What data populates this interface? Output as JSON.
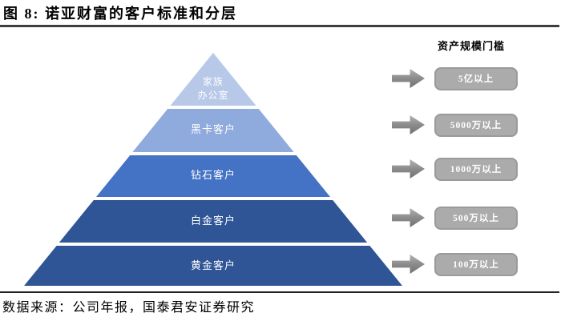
{
  "figure": {
    "title": "图 8: 诺亚财富的客户标准和分层",
    "source": "数据来源：公司年报，国泰君安证券研究"
  },
  "threshold_panel": {
    "header": "资产规模门槛",
    "box_fill_color": "#ababab",
    "arrow_color": "#8d8d8d"
  },
  "pyramid": {
    "layers": [
      {
        "label": "家族办公室",
        "label_lines": [
          "家族",
          "办公室"
        ],
        "color": "#b7c8e8",
        "threshold": "5亿以上"
      },
      {
        "label": "黑卡客户",
        "color": "#8faadc",
        "threshold": "5000万以上"
      },
      {
        "label": "钻石客户",
        "color": "#4472c4",
        "threshold": "1000万以上"
      },
      {
        "label": "白金客户",
        "color": "#2f5597",
        "threshold": "500万以上"
      },
      {
        "label": "黄金客户",
        "color": "#2f5597",
        "threshold": "100万以上"
      }
    ]
  }
}
